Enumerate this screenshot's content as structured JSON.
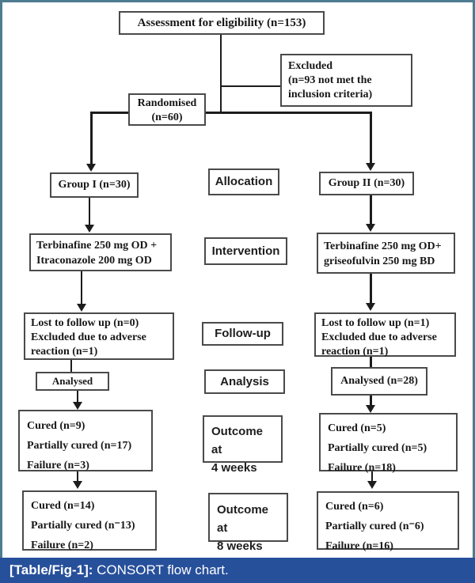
{
  "caption": {
    "label": "[Table/Fig-1]:",
    "text": " CONSORT flow chart."
  },
  "colors": {
    "frame_border": "#4d7b90",
    "caption_bg": "#27509b",
    "box_border": "#4a4a4a",
    "connector": "#1c1c1c",
    "caption_text": "#ffffff"
  },
  "boxes": {
    "assessment": {
      "text": "Assessment for eligibility (n=153)"
    },
    "excluded": {
      "line1": "Excluded",
      "line2": "(n=93 not met the",
      "line3": "inclusion criteria)"
    },
    "randomised": {
      "line1": "Randomised",
      "line2": "(n=60)"
    },
    "group1": {
      "text": "Group I (n=30)"
    },
    "group2": {
      "text": "Group II (n=30)"
    },
    "stage_allocation": {
      "text": "Allocation"
    },
    "stage_intervention": {
      "text": "Intervention"
    },
    "stage_followup": {
      "text": "Follow-up"
    },
    "stage_analysis": {
      "text": "Analysis"
    },
    "stage_outcome4": {
      "line1": "Outcome at",
      "line2": "4 weeks"
    },
    "stage_outcome8": {
      "line1": "Outcome at",
      "line2": "8 weeks"
    },
    "intervention_left": {
      "line1": "Terbinafine 250 mg OD +",
      "line2": "Itraconazole 200 mg OD"
    },
    "intervention_right": {
      "line1": "Terbinafine 250 mg OD+",
      "line2": "griseofulvin 250 mg BD"
    },
    "followup_left": {
      "line1": "Lost to follow up (n=0)",
      "line2": "Excluded due to adverse",
      "line3": "reaction (n=1)"
    },
    "followup_right": {
      "line1": "Lost to follow up (n=1)",
      "line2": "Excluded due to adverse",
      "line3": "reaction (n=1)"
    },
    "analysed_left": {
      "text": "Analysed"
    },
    "analysed_right": {
      "text": "Analysed (n=28)"
    },
    "outcome4_left": {
      "line1": "Cured (n=9)",
      "line2": "Partially cured (n=17)",
      "line3": "Failure (n=3)"
    },
    "outcome4_right": {
      "line1": "Cured (n=5)",
      "line2": "Partially cured (n=5)",
      "line3": "Failure (n=18)"
    },
    "outcome8_left": {
      "line1": "Cured (n=14)",
      "line2": "Partially cured (n⁻13)",
      "line3": "Failure (n=2)"
    },
    "outcome8_right": {
      "line1": "Cured (n=6)",
      "line2": "Partially cured (n⁻6)",
      "line3": "Failure (n=16)"
    }
  }
}
